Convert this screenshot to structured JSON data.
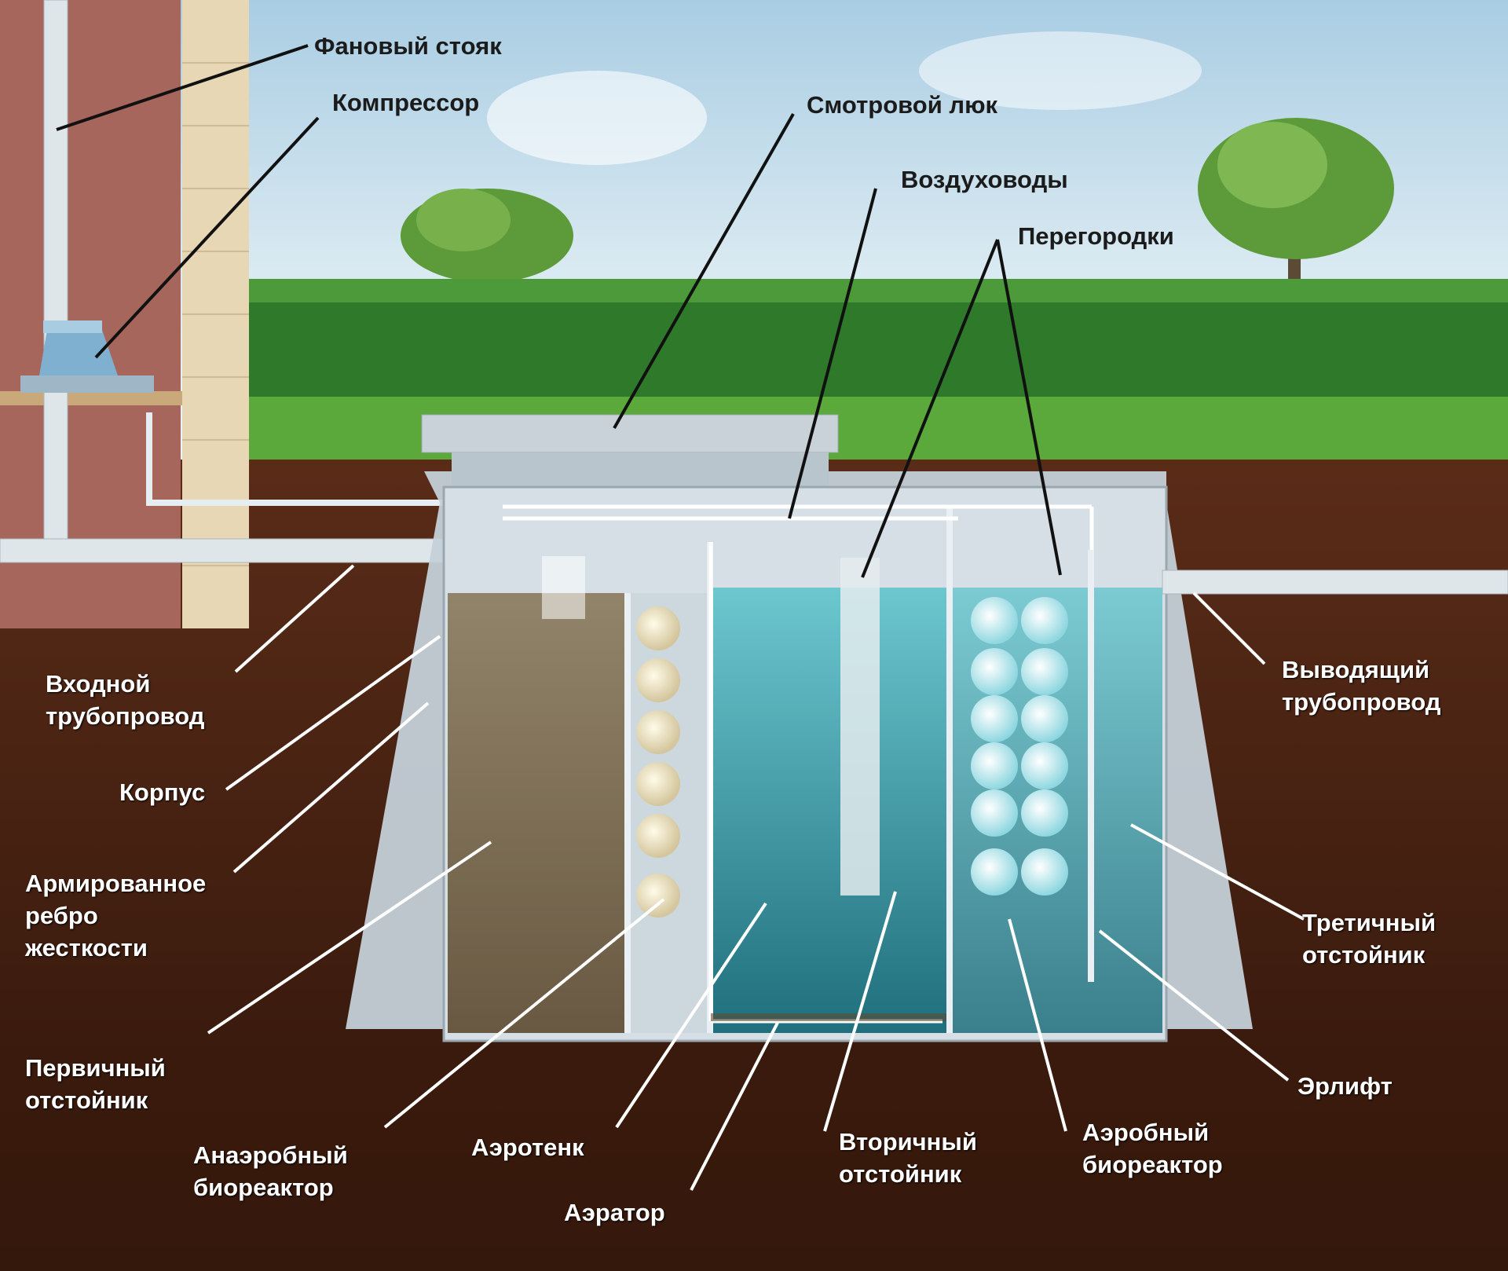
{
  "labels": {
    "fanovy_stoyak": "Фановый стояк",
    "kompressor": "Компрессор",
    "smotrovoy_lyuk": "Смотровой люк",
    "vozdukhovody": "Воздуховоды",
    "peregorodki": "Перегородки",
    "vkhodnoy_1": "Входной",
    "vkhodnoy_2": "трубопровод",
    "vyvodyashchiy_1": "Выводящий",
    "vyvodyashchiy_2": "трубопровод",
    "korpus": "Корпус",
    "rebro_1": "Армированное",
    "rebro_2": "ребро",
    "rebro_3": "жесткости",
    "tretichny_1": "Третичный",
    "tretichny_2": "отстойник",
    "pervichny_1": "Первичный",
    "pervichny_2": "отстойник",
    "erlift": "Эрлифт",
    "anaerobny_1": "Анаэробный",
    "anaerobny_2": "биореактор",
    "aerotenk": "Аэротенк",
    "vtorichny_1": "Вторичный",
    "vtorichny_2": "отстойник",
    "aerobny_1": "Аэробный",
    "aerobny_2": "биореактор",
    "aerator": "Аэратор"
  },
  "colors": {
    "sky": "#cfe3ee",
    "soil": "#4a2414",
    "grass": "#3f8f2e",
    "tank": "#c7d3db",
    "water": "#3f9aa8"
  }
}
